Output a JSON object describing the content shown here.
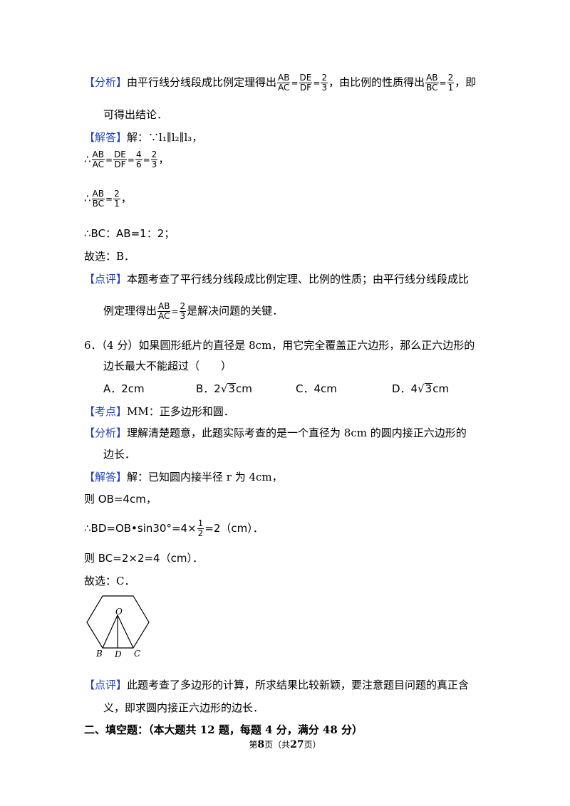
{
  "analysis1": {
    "tag": "【分析】",
    "text_a": "由平行线分线段成比例定理得出",
    "f1": {
      "num": "AB",
      "den": "AC"
    },
    "f2": {
      "num": "DE",
      "den": "DF"
    },
    "f3": {
      "num": "2",
      "den": "3"
    },
    "text_b": "，由比例的性质得出",
    "f4": {
      "num": "AB",
      "den": "BC"
    },
    "f5": {
      "num": "2",
      "den": "1"
    },
    "text_c": "，即",
    "cont": "可得出结论．"
  },
  "solution1": {
    "tag": "【解答】",
    "intro": "解：∵l₁∥l₂∥l₃，",
    "therefore": "∴",
    "l2": {
      "f1": {
        "num": "AB",
        "den": "AC"
      },
      "f2": {
        "num": "DE",
        "den": "DF"
      },
      "f3": {
        "num": "4",
        "den": "6"
      },
      "f4": {
        "num": "2",
        "den": "3"
      },
      "end": "，"
    },
    "l3": {
      "f1": {
        "num": "AB",
        "den": "BC"
      },
      "f2": {
        "num": "2",
        "den": "1"
      },
      "end": "，"
    },
    "l4": "∴BC：AB=1：2；",
    "choice": "故选：B．"
  },
  "comment1": {
    "tag": "【点评】",
    "text": "本题考查了平行线分线段成比例定理、比例的性质；由平行线分线段成比",
    "cont_a": "例定理得出",
    "f1": {
      "num": "AB",
      "den": "AC"
    },
    "f2": {
      "num": "2",
      "den": "3"
    },
    "cont_b": "是解决问题的关键．"
  },
  "question6": {
    "stem": "6．（4 分）如果圆形纸片的直径是 8cm，用它完全覆盖正六边形，那么正六边形的",
    "stem_cont": "边长最大不能超过（　　）",
    "options": {
      "A": "A．2cm",
      "B_pre": "B．2",
      "B_rad": "3",
      "B_post": "cm",
      "C": "C．4cm",
      "D_pre": "D．4",
      "D_rad": "3",
      "D_post": "cm"
    }
  },
  "point6": {
    "tag": "【考点】",
    "text": "MM：正多边形和圆．"
  },
  "analysis6": {
    "tag": "【分析】",
    "text": "理解清楚题意，此题实际考查的是一个直径为 8cm 的圆内接正六边形的",
    "cont": "边长．"
  },
  "solution6": {
    "tag": "【解答】",
    "text": "解：已知圆内接半径 r 为 4cm，",
    "l2": "则 OB=4cm，",
    "l3_a": "∴BD=OB•sin30°=4×",
    "l3_f": {
      "num": "1",
      "den": "2"
    },
    "l3_b": "=2（cm）．",
    "l4": "则 BC=2×2=4（cm）．",
    "choice": "故选：C．"
  },
  "figure": {
    "labels": {
      "O": "O",
      "B": "B",
      "D": "D",
      "C": "C"
    }
  },
  "comment6": {
    "tag": "【点评】",
    "text": "此题考查了多边形的计算，所求结果比较新颖，要注意题目问题的真正含",
    "cont": "义，即求圆内接正六边形的边长．"
  },
  "section2": {
    "title": "二、填空题：（本大题共 12 题，每题 4 分，满分 48 分）"
  },
  "footer": {
    "pre": "第",
    "page": "8",
    "mid": "页（共",
    "total": "27",
    "post": "页）"
  }
}
